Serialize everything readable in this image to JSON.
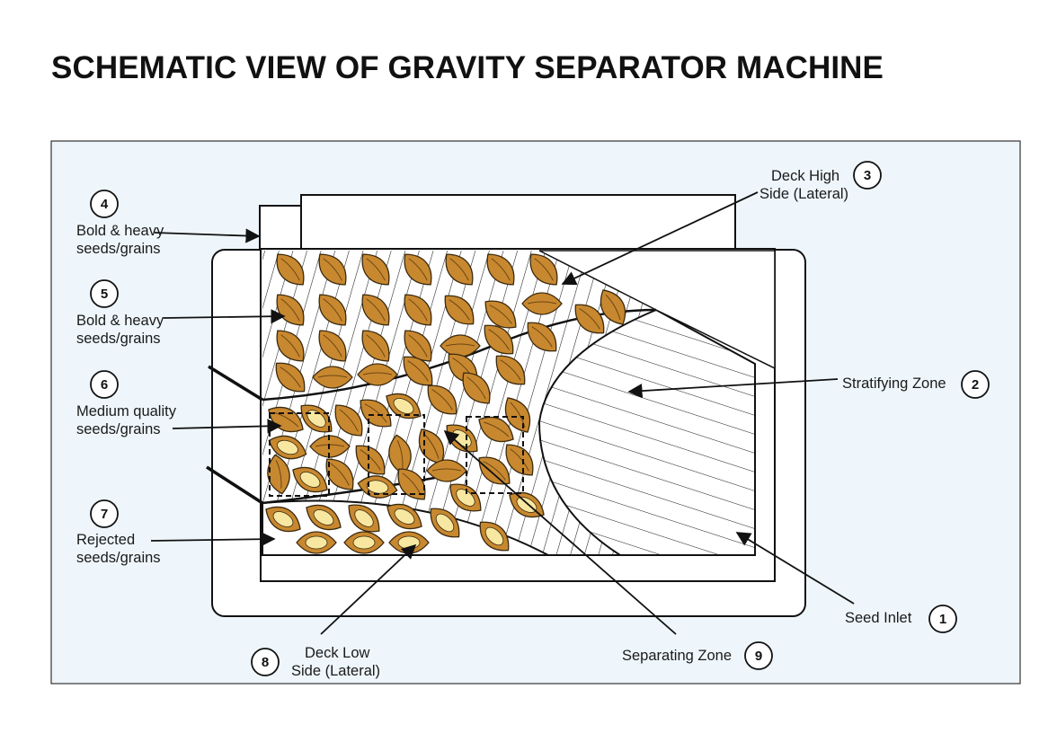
{
  "title": "SCHEMATIC VIEW OF GRAVITY SEPARATOR MACHINE",
  "colors": {
    "panel_background": "#eef6fb",
    "seed_fill": "#c8882f",
    "rejected_seed_fill": "#f7e7a0",
    "outline": "#1a1a1a"
  },
  "labels": {
    "l1": {
      "number": "1",
      "lines": [
        "Seed  Inlet"
      ]
    },
    "l2": {
      "number": "2",
      "lines": [
        "Stratifying Zone"
      ]
    },
    "l3": {
      "number": "3",
      "lines": [
        "Deck High",
        "Side (Lateral)"
      ]
    },
    "l4": {
      "number": "4",
      "lines": [
        "Bold & heavy",
        "seeds/grains"
      ]
    },
    "l5": {
      "number": "5",
      "lines": [
        "Bold & heavy",
        "seeds/grains"
      ]
    },
    "l6": {
      "number": "6",
      "lines": [
        "Medium quality",
        "seeds/grains"
      ]
    },
    "l7": {
      "number": "7",
      "lines": [
        "Rejected",
        "seeds/grains"
      ]
    },
    "l8": {
      "number": "8",
      "lines": [
        "Deck Low",
        "Side (Lateral)"
      ]
    },
    "l9": {
      "number": "9",
      "lines": [
        "Separating Zone"
      ]
    }
  }
}
